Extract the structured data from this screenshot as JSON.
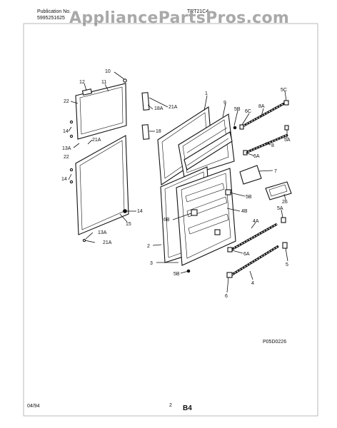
{
  "header": {
    "publication_label": "Publication No.",
    "publication_number": "5995251625",
    "model_hint": "TRT21C4",
    "watermark": "AppliancePartsPros.com"
  },
  "diagram": {
    "diagram_code": "P05D0226",
    "callouts": [
      "10",
      "12",
      "11",
      "22",
      "14",
      "13A",
      "21A",
      "22",
      "14",
      "15",
      "14",
      "13A",
      "21A",
      "18A",
      "21A",
      "18",
      "1",
      "9",
      "5B",
      "6C",
      "8A",
      "5C",
      "5A",
      "8",
      "6A",
      "7",
      "5B",
      "26",
      "4B",
      "6B",
      "2",
      "5A",
      "4A",
      "6A",
      "3",
      "5B",
      "5",
      "4",
      "6"
    ]
  },
  "footer": {
    "date": "04/94",
    "page_small": "2",
    "page_code": "B4"
  }
}
